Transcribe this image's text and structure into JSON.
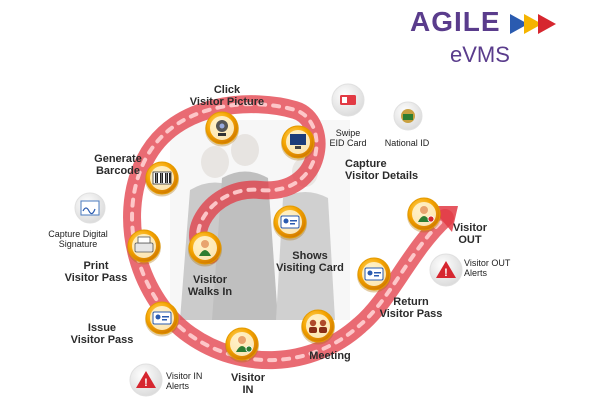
{
  "brand": {
    "name": "AGILE",
    "product": "eVMS",
    "colors": {
      "text": "#5a3c8c",
      "arrow_red": "#d6262f",
      "arrow_yellow": "#f5b400",
      "arrow_blue": "#2a5bb0"
    }
  },
  "steps": [
    {
      "id": "visitor-walks-in",
      "label": [
        "Visitor",
        "Walks In"
      ],
      "icon": "person-walking-icon"
    },
    {
      "id": "shows-visiting-card",
      "label": [
        "Shows",
        "Visiting Card"
      ],
      "icon": "visiting-card-icon"
    },
    {
      "id": "capture-visitor-details",
      "label": [
        "Capture",
        "Visitor Details"
      ],
      "icon": "computer-icon"
    },
    {
      "id": "click-visitor-picture",
      "label": [
        "Click",
        "Visitor Picture"
      ],
      "icon": "webcam-icon"
    },
    {
      "id": "generate-barcode",
      "label": [
        "Generate",
        "Barcode"
      ],
      "icon": "barcode-icon"
    },
    {
      "id": "print-visitor-pass",
      "label": [
        "Print",
        "Visitor Pass"
      ],
      "icon": "printer-icon"
    },
    {
      "id": "issue-visitor-pass",
      "label": [
        "Issue",
        "Visitor Pass"
      ],
      "icon": "visitor-badge-icon"
    },
    {
      "id": "visitor-in",
      "label": [
        "Visitor",
        "IN"
      ],
      "icon": "person-in-icon"
    },
    {
      "id": "meeting",
      "label": [
        "Meeting"
      ],
      "icon": "meeting-icon"
    },
    {
      "id": "return-visitor-pass",
      "label": [
        "Return",
        "Visitor Pass"
      ],
      "icon": "card-reader-icon"
    },
    {
      "id": "visitor-out",
      "label": [
        "Visitor",
        "OUT"
      ],
      "icon": "person-out-icon"
    }
  ],
  "extras": {
    "swipe_eid": {
      "label": [
        "Swipe",
        "EID Card"
      ],
      "icon": "eid-card-icon"
    },
    "national_id": {
      "label": [
        "National ID"
      ],
      "icon": "emblem-icon"
    },
    "capture_signature": {
      "label": [
        "Capture Digital",
        "Signature"
      ],
      "icon": "signature-icon"
    },
    "visitor_in_alerts": {
      "label": [
        "Visitor IN",
        "Alerts"
      ],
      "icon": "warning-icon"
    },
    "visitor_out_alerts": {
      "label": [
        "Visitor OUT",
        "Alerts"
      ],
      "icon": "warning-icon"
    }
  }
}
